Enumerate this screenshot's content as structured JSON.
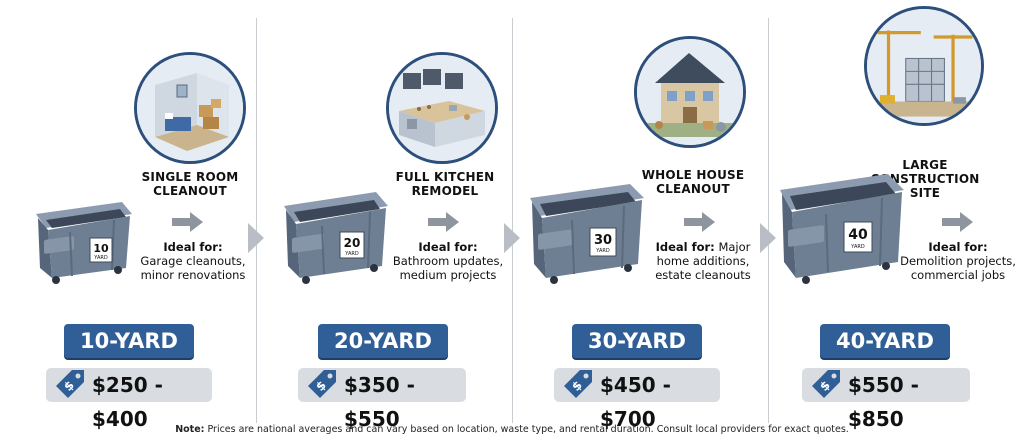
{
  "panels": [
    {
      "title_lines": [
        "SINGLE ROOM",
        "CLEANOUT"
      ],
      "ideal_label": "Ideal for:",
      "ideal_lines": [
        "Garage cleanouts,",
        "minor renovations"
      ],
      "ideal_first_inline": "",
      "dumpster_label": [
        "10",
        "YARD"
      ],
      "size": "10-YARD",
      "price": "$250 - $400",
      "scene_icon": "bedroom-scene"
    },
    {
      "title_lines": [
        "FULL KITCHEN",
        "REMODEL"
      ],
      "ideal_label": "Ideal for:",
      "ideal_lines": [
        "Bathroom updates,",
        "medium projects"
      ],
      "ideal_first_inline": "",
      "dumpster_label": [
        "20",
        "YARD"
      ],
      "size": "20-YARD",
      "price": "$350 - $550",
      "scene_icon": "kitchen-scene"
    },
    {
      "title_lines": [
        "WHOLE HOUSE",
        "CLEANOUT"
      ],
      "ideal_label": "Ideal for:",
      "ideal_lines": [
        "home additions,",
        "estate cleanouts"
      ],
      "ideal_first_inline": " Major",
      "dumpster_label": [
        "30",
        "YARD"
      ],
      "size": "30-YARD",
      "price": "$450 - $700",
      "scene_icon": "house-scene"
    },
    {
      "title_lines": [
        "LARGE",
        "CONSTRUCTION",
        "SITE"
      ],
      "ideal_label": "Ideal for:",
      "ideal_lines": [
        "Demolition projects,",
        "commercial jobs"
      ],
      "ideal_first_inline": "",
      "dumpster_label": [
        "40",
        "YARD"
      ],
      "size": "40-YARD",
      "price": "$550 - $850",
      "scene_icon": "construction-scene"
    }
  ],
  "note": {
    "label": "Note:",
    "text": " Prices are national averages and can vary based on location, waste type, and rental duration. Consult local providers for exact quotes."
  },
  "colors": {
    "brand_blue": "#2f5f96",
    "dumpster_body": "#6f7f93",
    "price_bg": "#d9dde2"
  }
}
